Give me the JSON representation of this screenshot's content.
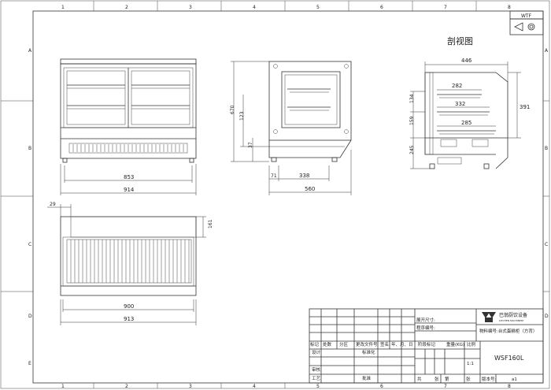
{
  "drawing": {
    "code_box": "WTF",
    "section_title": "剖视图",
    "grid_cols": [
      "1",
      "2",
      "3",
      "4",
      "5",
      "6",
      "7",
      "8"
    ],
    "grid_rows": [
      "A",
      "B",
      "C",
      "D",
      "E"
    ],
    "front_view": {
      "dim_inner": "853",
      "dim_outer": "914"
    },
    "side_view": {
      "dim_height": "670",
      "dim_mid": "123",
      "dim_low": "37",
      "dim_a": "71",
      "dim_b": "338",
      "dim_total": "560"
    },
    "section_view": {
      "dim_top": "446",
      "dim_r": "391",
      "dim_s1": "282",
      "dim_s2": "332",
      "dim_s3": "285",
      "dim_h1": "134",
      "dim_h2": "159",
      "dim_h3": "245"
    },
    "top_view": {
      "dim_29": "29",
      "dim_161": "161",
      "dim_900": "900",
      "dim_913": "913"
    }
  },
  "title_block": {
    "company": "巴翁厨饮设备",
    "company_en": "KITCHEN MACHINERY",
    "material_code": "物料编号:台式蛋糕柜（方背）",
    "model": "WSF160L",
    "dims_label": "展开尺寸:",
    "program_label": "程序编号:",
    "stage_label": "阶段标记",
    "weight_label": "重量(KG)",
    "scale_label": "比例",
    "scale_value": "1:1",
    "sheet_total": "共",
    "sheet_page": "张",
    "sheet_page2": "第",
    "sheet_page3": "张",
    "version_label": "版本号:",
    "version_value": "a1",
    "row_headers": [
      "标记",
      "处数",
      "分区",
      "更改文件号",
      "签名",
      "年、月、日"
    ],
    "design_label": "设计",
    "standard_label": "标准化",
    "review_label": "审核",
    "process_label": "工艺",
    "approve_label": "批准"
  }
}
